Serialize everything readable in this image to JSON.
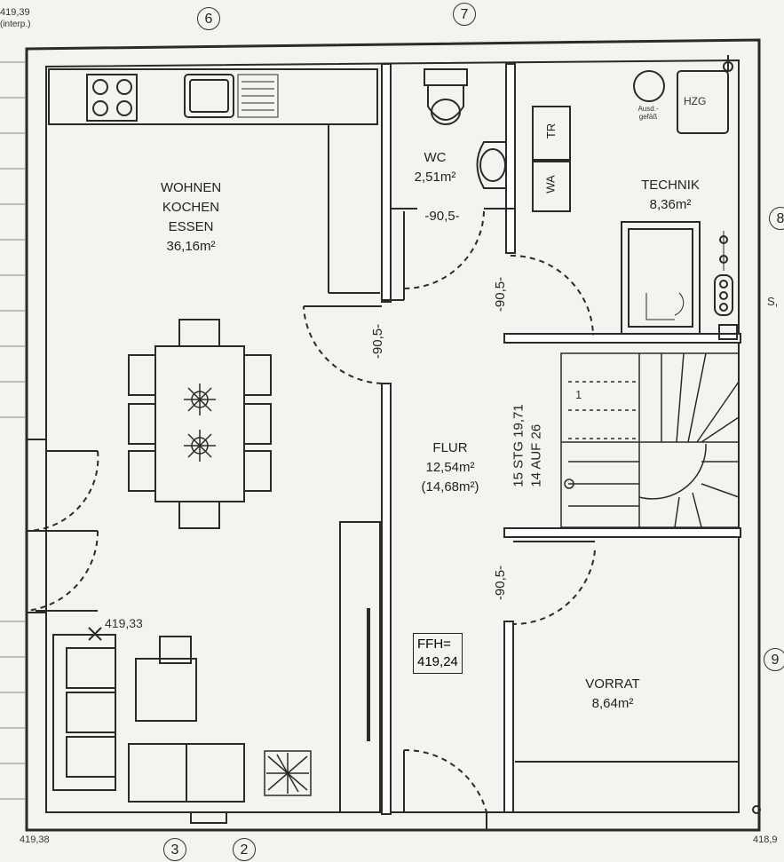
{
  "grid_markers": [
    "6",
    "7",
    "8",
    "9",
    "3",
    "2"
  ],
  "elevations": {
    "top_left": "419,39",
    "top_left_note": "(interp.)",
    "bottom_left": "419,38",
    "bottom_right": "418,9",
    "living_point": "419,33"
  },
  "rooms": {
    "wohnen": {
      "line1": "WOHNEN",
      "line2": "KOCHEN",
      "line3": "ESSEN",
      "area": "36,16m²"
    },
    "wc": {
      "name": "WC",
      "area": "2,51m²"
    },
    "technik": {
      "name": "TECHNIK",
      "area": "8,36m²"
    },
    "flur": {
      "name": "FLUR",
      "area": "12,54m²",
      "area2": "(14,68m²)"
    },
    "vorrat": {
      "name": "VORRAT",
      "area": "8,64m²"
    }
  },
  "doors": {
    "width_label": "-90,5-"
  },
  "stair": {
    "line1": "15 STG 19,71",
    "line2": "14 AUF 26",
    "step_mark": "1"
  },
  "equipment": {
    "heater": "HZG",
    "dryer": "TR",
    "washer": "WA",
    "tank": "Ausd.-gefäß",
    "side_label": "S,"
  },
  "ffh": {
    "line1": "FFH=",
    "line2": "419,24"
  }
}
